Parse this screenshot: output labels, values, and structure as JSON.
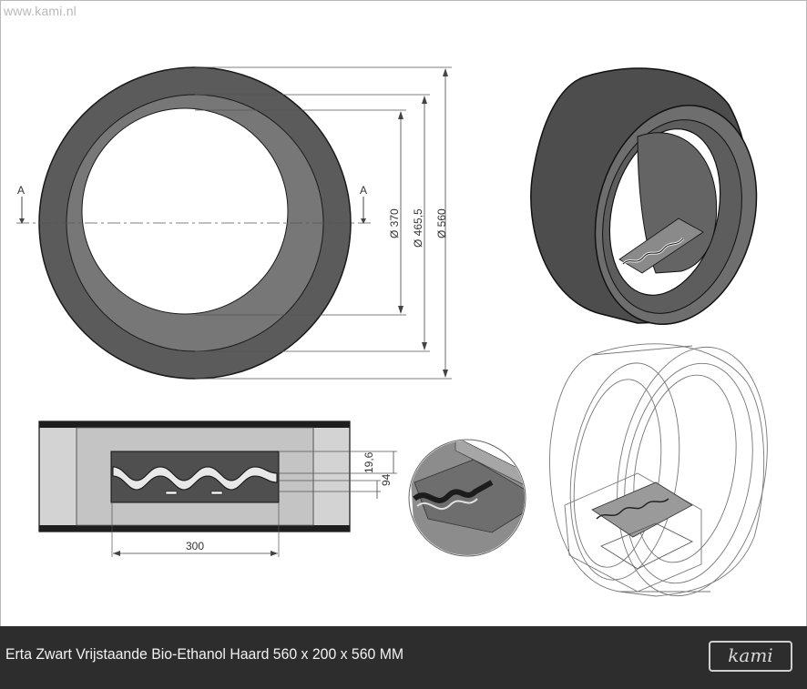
{
  "watermark": "www.kami.nl",
  "front_view": {
    "section_left": "A",
    "section_right": "A",
    "dim_inner": "Ø 370",
    "dim_middle": "Ø 465,5",
    "dim_outer": "Ø 560"
  },
  "top_view": {
    "dim_width": "300",
    "dim_a": "19,6",
    "dim_b": "94"
  },
  "footer": {
    "title": "Erta Zwart Vrijstaande Bio-Ethanol Haard 560 x 200 x 560 MM",
    "logo": "kami"
  }
}
